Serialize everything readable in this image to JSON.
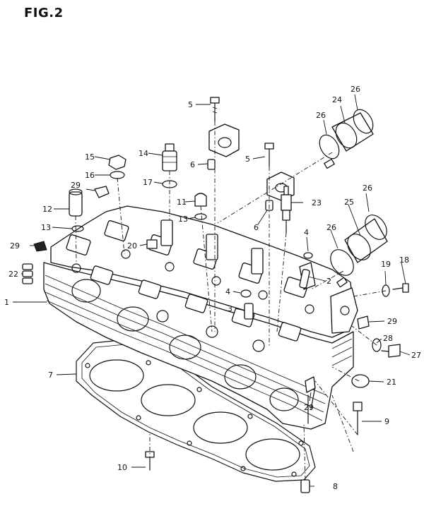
{
  "figure": {
    "title": "FIG.2"
  },
  "callouts": [
    {
      "id": "c1",
      "text": "1"
    },
    {
      "id": "c2",
      "text": "2"
    },
    {
      "id": "c3",
      "text": "3"
    },
    {
      "id": "c4a",
      "text": "4"
    },
    {
      "id": "c4b",
      "text": "4"
    },
    {
      "id": "c5a",
      "text": "5"
    },
    {
      "id": "c5b",
      "text": "5"
    },
    {
      "id": "c6a",
      "text": "6"
    },
    {
      "id": "c6b",
      "text": "6"
    },
    {
      "id": "c7",
      "text": "7"
    },
    {
      "id": "c8",
      "text": "8"
    },
    {
      "id": "c9",
      "text": "9"
    },
    {
      "id": "c10",
      "text": "10"
    },
    {
      "id": "c11",
      "text": "11"
    },
    {
      "id": "c12",
      "text": "12"
    },
    {
      "id": "c13a",
      "text": "13"
    },
    {
      "id": "c13b",
      "text": "13"
    },
    {
      "id": "c14",
      "text": "14"
    },
    {
      "id": "c15",
      "text": "15"
    },
    {
      "id": "c16",
      "text": "16"
    },
    {
      "id": "c17",
      "text": "17"
    },
    {
      "id": "c18",
      "text": "18"
    },
    {
      "id": "c19",
      "text": "19"
    },
    {
      "id": "c20",
      "text": "20"
    },
    {
      "id": "c21",
      "text": "21"
    },
    {
      "id": "c22",
      "text": "22"
    },
    {
      "id": "c23",
      "text": "23"
    },
    {
      "id": "c24",
      "text": "24"
    },
    {
      "id": "c25",
      "text": "25"
    },
    {
      "id": "c26a",
      "text": "26"
    },
    {
      "id": "c26b",
      "text": "26"
    },
    {
      "id": "c26c",
      "text": "26"
    },
    {
      "id": "c26d",
      "text": "26"
    },
    {
      "id": "c27",
      "text": "27"
    },
    {
      "id": "c28",
      "text": "28"
    },
    {
      "id": "c29a",
      "text": "29"
    },
    {
      "id": "c29b",
      "text": "29"
    },
    {
      "id": "c29c",
      "text": "29"
    },
    {
      "id": "c29d",
      "text": "29"
    }
  ]
}
